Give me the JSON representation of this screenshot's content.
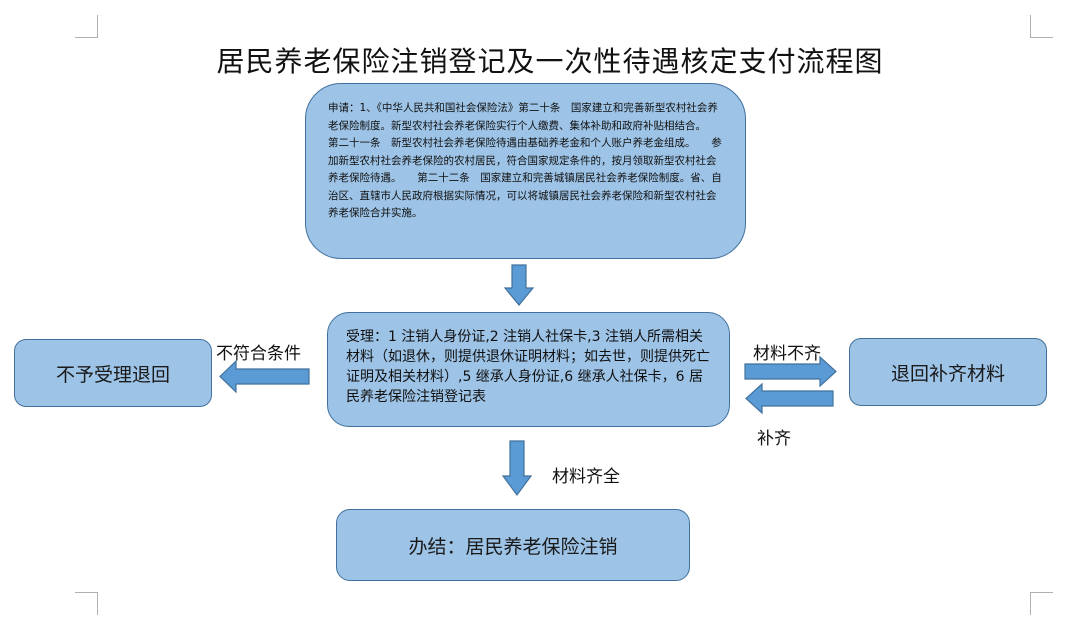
{
  "title": "居民养老保险注销登记及一次性待遇核定支付流程图",
  "nodes": {
    "apply": "申请：1、《中华人民共和国社会保险法》第二十条　国家建立和完善新型农村社会养老保险制度。新型农村社会养老保险实行个人缴费、集体补助和政府补贴相结合。　　第二十一条　新型农村社会养老保险待遇由基础养老金和个人账户养老金组成。　　参加新型农村社会养老保险的农村居民，符合国家规定条件的，按月领取新型农村社会养老保险待遇。　　第二十二条　国家建立和完善城镇居民社会养老保险制度。省、自治区、直辖市人民政府根据实际情况，可以将城镇居民社会养老保险和新型农村社会养老保险合并实施。",
    "accept": "受理：1 注销人身份证,2 注销人社保卡,3 注销人所需相关材料（如退休，则提供退休证明材料；如去世，则提供死亡证明及相关材料）,5 继承人身份证,6 继承人社保卡，6 居民养老保险注销登记表",
    "reject": "不予受理退回",
    "return": "退回补齐材料",
    "done": "办结：居民养老保险注销"
  },
  "edges": {
    "noncompliant": "不符合条件",
    "incomplete": "材料不齐",
    "supplement": "补齐",
    "complete": "材料齐全"
  },
  "colors": {
    "box_fill": "#9dc3e6",
    "box_border": "#41719c",
    "arrow_fill": "#5b9bd5",
    "arrow_border": "#41719c"
  }
}
